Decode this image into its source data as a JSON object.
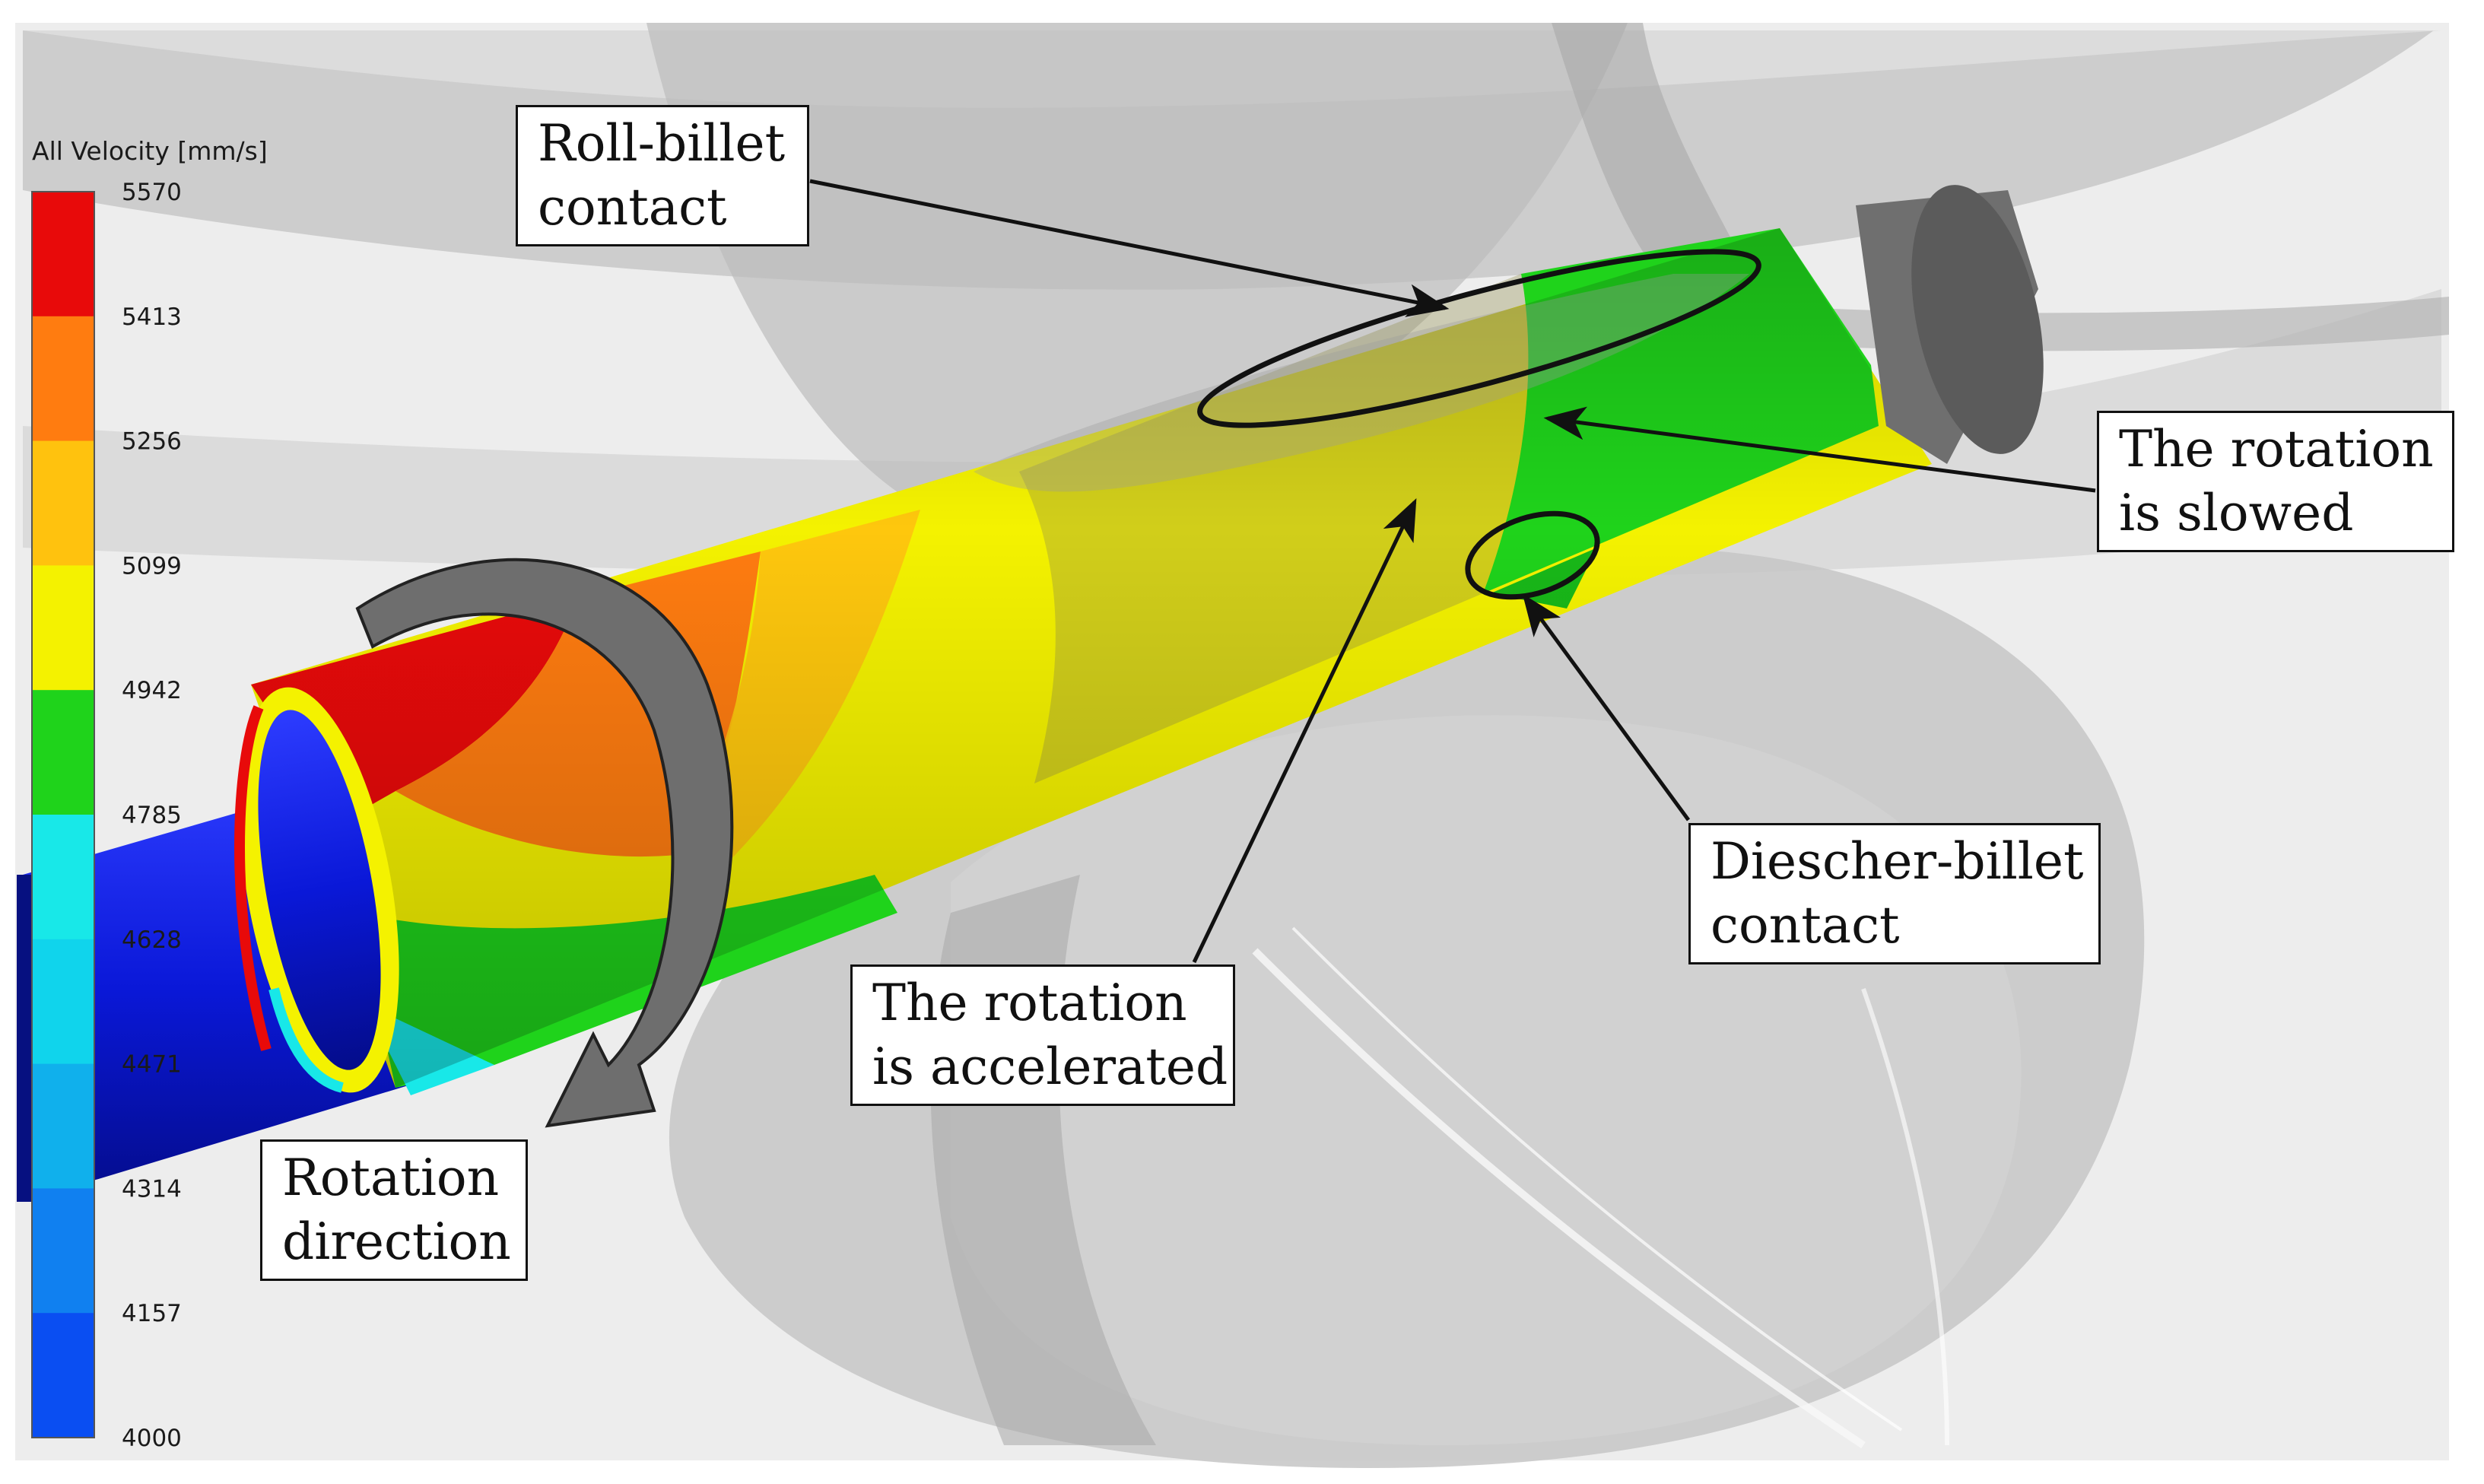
{
  "legend": {
    "title": "All Velocity [mm/s]",
    "ticks": [
      "5570",
      "5413",
      "5256",
      "5099",
      "4942",
      "4785",
      "4628",
      "4471",
      "4314",
      "4157",
      "4000"
    ],
    "bands": [
      "#e80a0a",
      "#ff7c10",
      "#ffc20e",
      "#f4f200",
      "#1fd31b",
      "#18e8e8",
      "#10d4ec",
      "#10b0ec",
      "#1080f0",
      "#0a4ef2"
    ]
  },
  "callouts": {
    "roll_billet": {
      "line1": "Roll-billet",
      "line2": "contact"
    },
    "rotation_slowed": {
      "line1": "The rotation",
      "line2": "is slowed"
    },
    "diescher_billet": {
      "line1": "Diescher-billet",
      "line2": "contact"
    },
    "rotation_accelerated": {
      "line1": "The rotation",
      "line2": "is accelerated"
    },
    "rotation_direction": {
      "line1": "Rotation",
      "line2": "direction"
    }
  },
  "colors": {
    "mandrel": "#0a18d8",
    "tool_gray": "#9a9a9a",
    "arrow_gray": "#6e6e6e"
  }
}
